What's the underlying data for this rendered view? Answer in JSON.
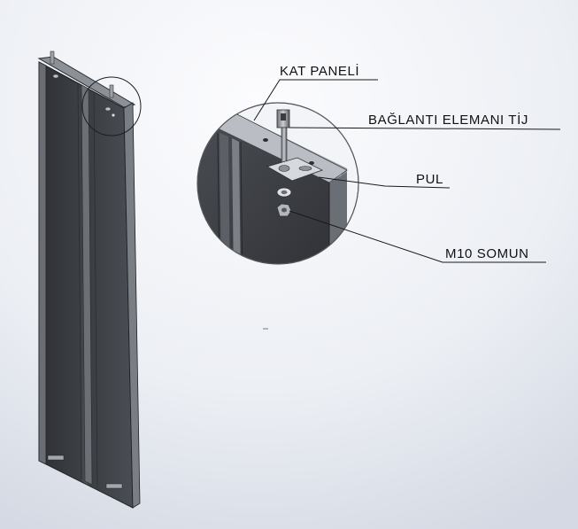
{
  "callouts": {
    "floor_panel": "KAT PANELİ",
    "connector_rod": "BAĞLANTI ELEMANI TİJ",
    "washer": "PUL",
    "nut": "M10 SOMUN"
  },
  "colors": {
    "background_top": "#fafbfd",
    "background_bottom": "#d8dde7",
    "panel_dark": "#3f4247",
    "panel_mid": "#5d6167",
    "panel_light": "#9ea3aa",
    "leader_line": "#1a1a1a"
  },
  "icons": {
    "panel": "panel-assembly-illustration",
    "detail": "detail-magnified-view",
    "rod": "threaded-rod-icon",
    "washer": "washer-icon",
    "nut": "nut-icon"
  }
}
